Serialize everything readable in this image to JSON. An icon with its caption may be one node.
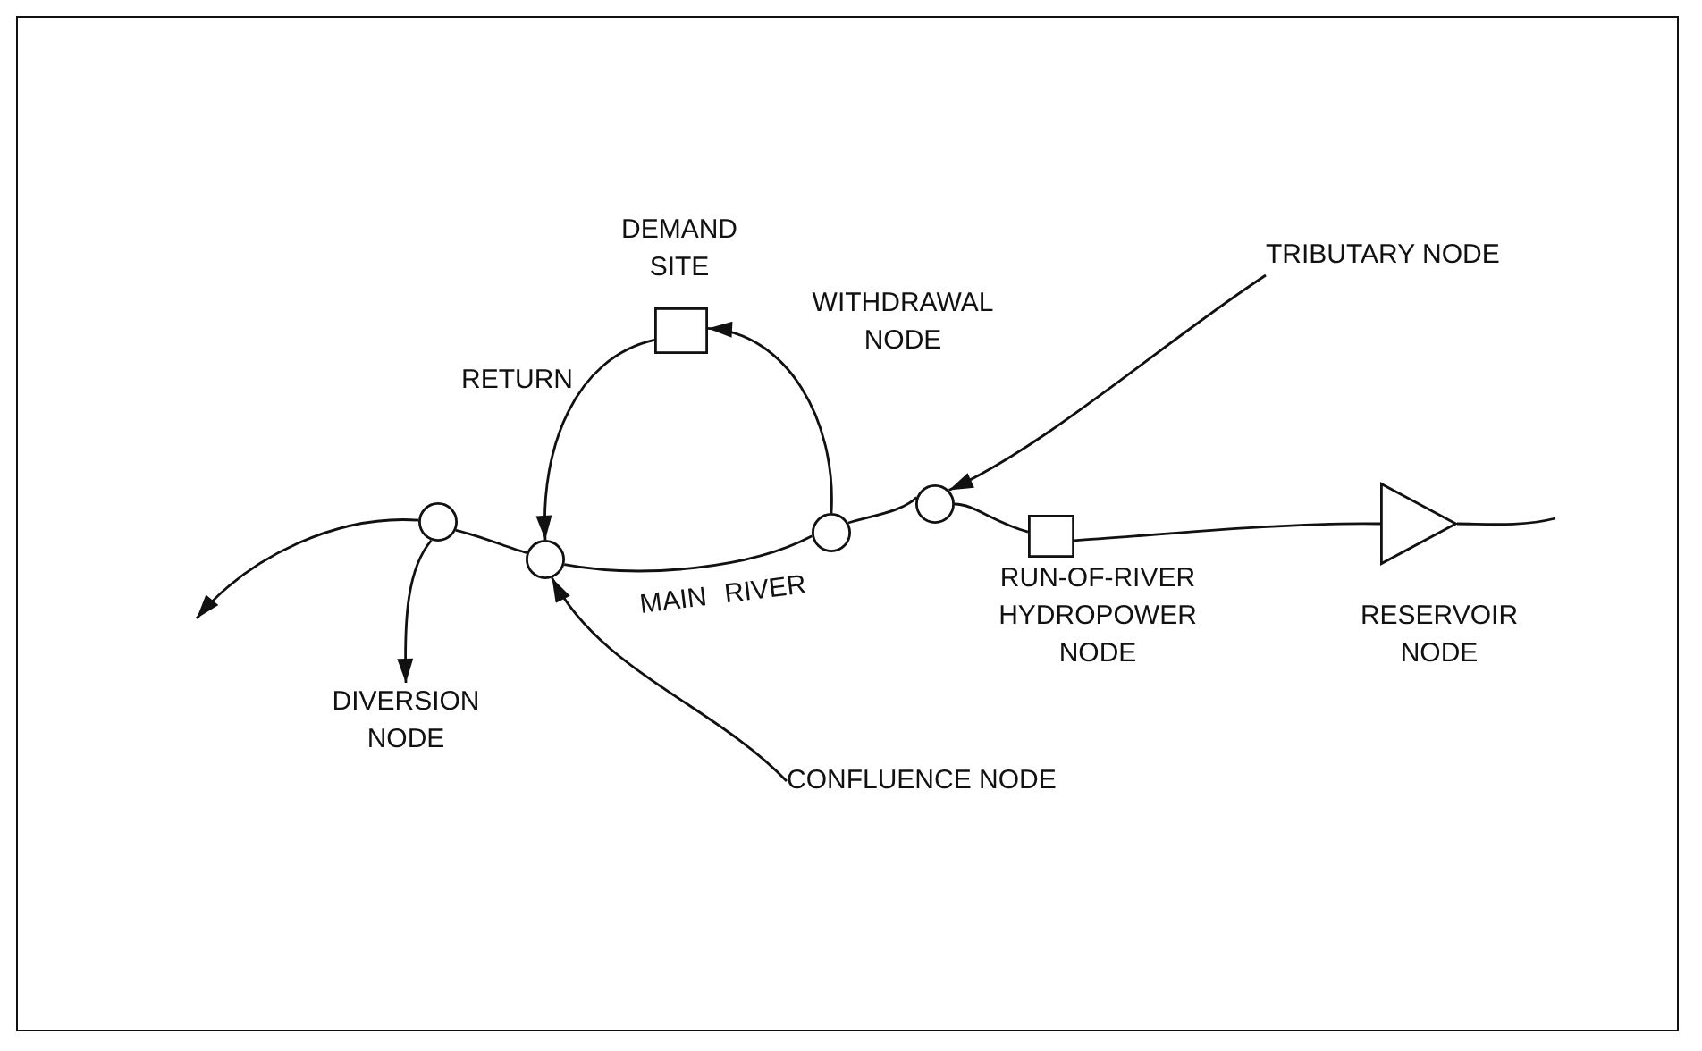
{
  "diagram": {
    "nodes": [
      {
        "text": [],
        "shape": "circle"
      },
      {
        "text": [],
        "shape": "circle"
      },
      {
        "text": [],
        "shape": "box",
        "beside": [
          "DEMAND SITE"
        ]
      },
      {
        "text": [],
        "shape": "circle"
      },
      {
        "text": [],
        "shape": "circle"
      },
      {
        "text": [],
        "shape": "box",
        "beside": [
          "RUN-OF-RIVER HYDROPOWER NODE"
        ]
      },
      {
        "text": [],
        "shape": "triangle",
        "beside": [
          "RESERVOIR NODE"
        ]
      },
      {
        "text": [
          "TRIBUTARY NODE"
        ]
      },
      {
        "text": [
          "CONFLUENCE NODE"
        ]
      },
      {
        "text": [
          "DIVERSION NODE"
        ]
      }
    ],
    "edges": [
      {
        "from": 6,
        "to": 5,
        "arrow": "none"
      },
      {
        "from": 5,
        "to": 4,
        "arrow": "none"
      },
      {
        "from": 4,
        "to": 3,
        "arrow": "none"
      },
      {
        "from": 3,
        "to": 1,
        "arrow": "none",
        "label": "MAIN RIVER"
      },
      {
        "from": 1,
        "to": 0,
        "arrow": "none"
      },
      {
        "from": 0,
        "to": null,
        "arrow": "to"
      },
      {
        "from": 0,
        "to": 9,
        "arrow": "to"
      },
      {
        "from": 3,
        "to": 2,
        "arrow": "to"
      },
      {
        "from": 2,
        "to": 1,
        "arrow": "to",
        "label": "RETURN"
      },
      {
        "from": 7,
        "to": 4,
        "arrow": "to"
      },
      {
        "from": 8,
        "to": 1,
        "arrow": "to"
      },
      {
        "from": null,
        "to": 6,
        "arrow": "none"
      }
    ],
    "labels": [
      "WITHDRAWAL NODE"
    ]
  }
}
